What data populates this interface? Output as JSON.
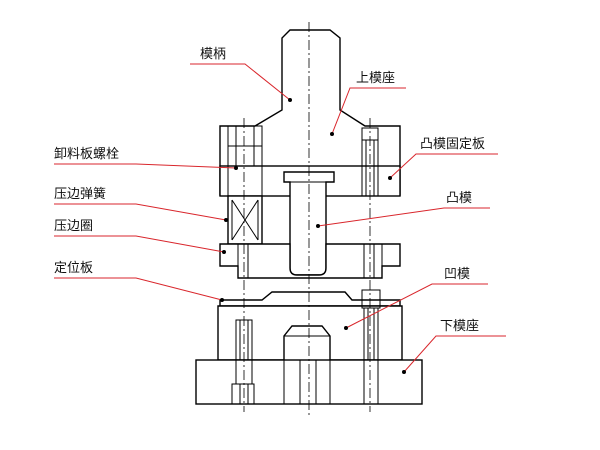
{
  "labels": {
    "handle": "模柄",
    "upper_die_base": "上模座",
    "punch_fixing_plate": "凸模固定板",
    "stripper_bolt": "卸料板螺栓",
    "blank_holder_spring": "压边弹簧",
    "punch": "凸模",
    "blank_holder_ring": "压边圈",
    "locating_plate": "定位板",
    "die": "凹模",
    "lower_die_base": "下模座"
  },
  "colors": {
    "outline": "#000000",
    "leader": "#d9262c",
    "text": "#111111"
  }
}
